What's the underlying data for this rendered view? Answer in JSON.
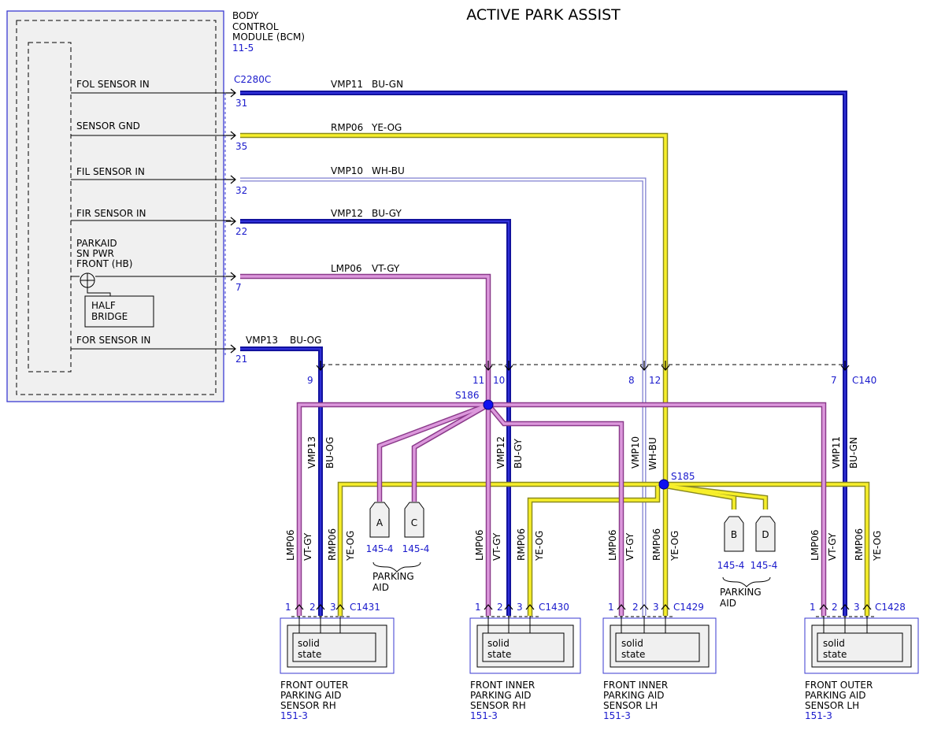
{
  "title": "ACTIVE PARK ASSIST",
  "bcm": {
    "name_lines": [
      "BODY",
      "CONTROL",
      "MODULE (BCM)"
    ],
    "ref": "11-5",
    "connector": "C2280C"
  },
  "bcm_pins": [
    {
      "id": "fol",
      "lines": [
        "FOL SENSOR IN"
      ],
      "pin": "31",
      "circuit": "VMP11",
      "color_code": "BU-GN"
    },
    {
      "id": "gnd",
      "lines": [
        "SENSOR GND"
      ],
      "pin": "35",
      "circuit": "RMP06",
      "color_code": "YE-OG"
    },
    {
      "id": "fil",
      "lines": [
        "FIL SENSOR IN"
      ],
      "pin": "32",
      "circuit": "VMP10",
      "color_code": "WH-BU"
    },
    {
      "id": "fir",
      "lines": [
        "FIR SENSOR IN"
      ],
      "pin": "22",
      "circuit": "VMP12",
      "color_code": "BU-GY"
    },
    {
      "id": "pwr",
      "lines": [
        "PARKAID",
        "SN PWR",
        "FRONT (HB)"
      ],
      "pin": "7",
      "circuit": "LMP06",
      "color_code": "VT-GY"
    },
    {
      "id": "for",
      "lines": [
        "FOR SENSOR IN"
      ],
      "pin": "21",
      "circuit": "VMP13",
      "color_code": "BU-OG"
    }
  ],
  "half_bridge": [
    "HALF",
    "BRIDGE"
  ],
  "inline_connector": {
    "name": "C140",
    "pins": [
      "9",
      "11",
      "10",
      "8",
      "12",
      "7"
    ]
  },
  "splices": [
    "S186",
    "S185"
  ],
  "vertical_wire_labels": {
    "vmp13": [
      "VMP13",
      "BU-OG"
    ],
    "vmp12": [
      "VMP12",
      "BU-GY"
    ],
    "vmp10": [
      "VMP10",
      "WH-BU"
    ],
    "vmp11": [
      "VMP11",
      "BU-GN"
    ],
    "lmp06": [
      "LMP06",
      "VT-GY"
    ],
    "rmp06": [
      "RMP06",
      "YE-OG"
    ]
  },
  "parking_aid_refs": [
    {
      "letter": "A",
      "ref": "145-4"
    },
    {
      "letter": "C",
      "ref": "145-4"
    },
    {
      "letter": "B",
      "ref": "145-4"
    },
    {
      "letter": "D",
      "ref": "145-4"
    }
  ],
  "parking_aid_label": [
    "PARKING",
    "AID"
  ],
  "sensors": [
    {
      "connector": "C1431",
      "pins": [
        "1",
        "2",
        "3"
      ],
      "body": [
        "solid",
        "state"
      ],
      "name": [
        "FRONT OUTER",
        "PARKING AID",
        "SENSOR RH"
      ],
      "ref": "151-3"
    },
    {
      "connector": "C1430",
      "pins": [
        "1",
        "2",
        "3"
      ],
      "body": [
        "solid",
        "state"
      ],
      "name": [
        "FRONT INNER",
        "PARKING AID",
        "SENSOR RH"
      ],
      "ref": "151-3"
    },
    {
      "connector": "C1429",
      "pins": [
        "1",
        "2",
        "3"
      ],
      "body": [
        "solid",
        "state"
      ],
      "name": [
        "FRONT INNER",
        "PARKING AID",
        "SENSOR LH"
      ],
      "ref": "151-3"
    },
    {
      "connector": "C1428",
      "pins": [
        "1",
        "2",
        "3"
      ],
      "body": [
        "solid",
        "state"
      ],
      "name": [
        "FRONT OUTER",
        "PARKING AID",
        "SENSOR LH"
      ],
      "ref": "151-3"
    }
  ],
  "colors": {
    "navy": "#1a1ab4",
    "yellow": "#f2ea2a",
    "violet": "#d28ad2",
    "white_blue": "#c8c8ec",
    "ref_blue": "#1a1acc"
  }
}
